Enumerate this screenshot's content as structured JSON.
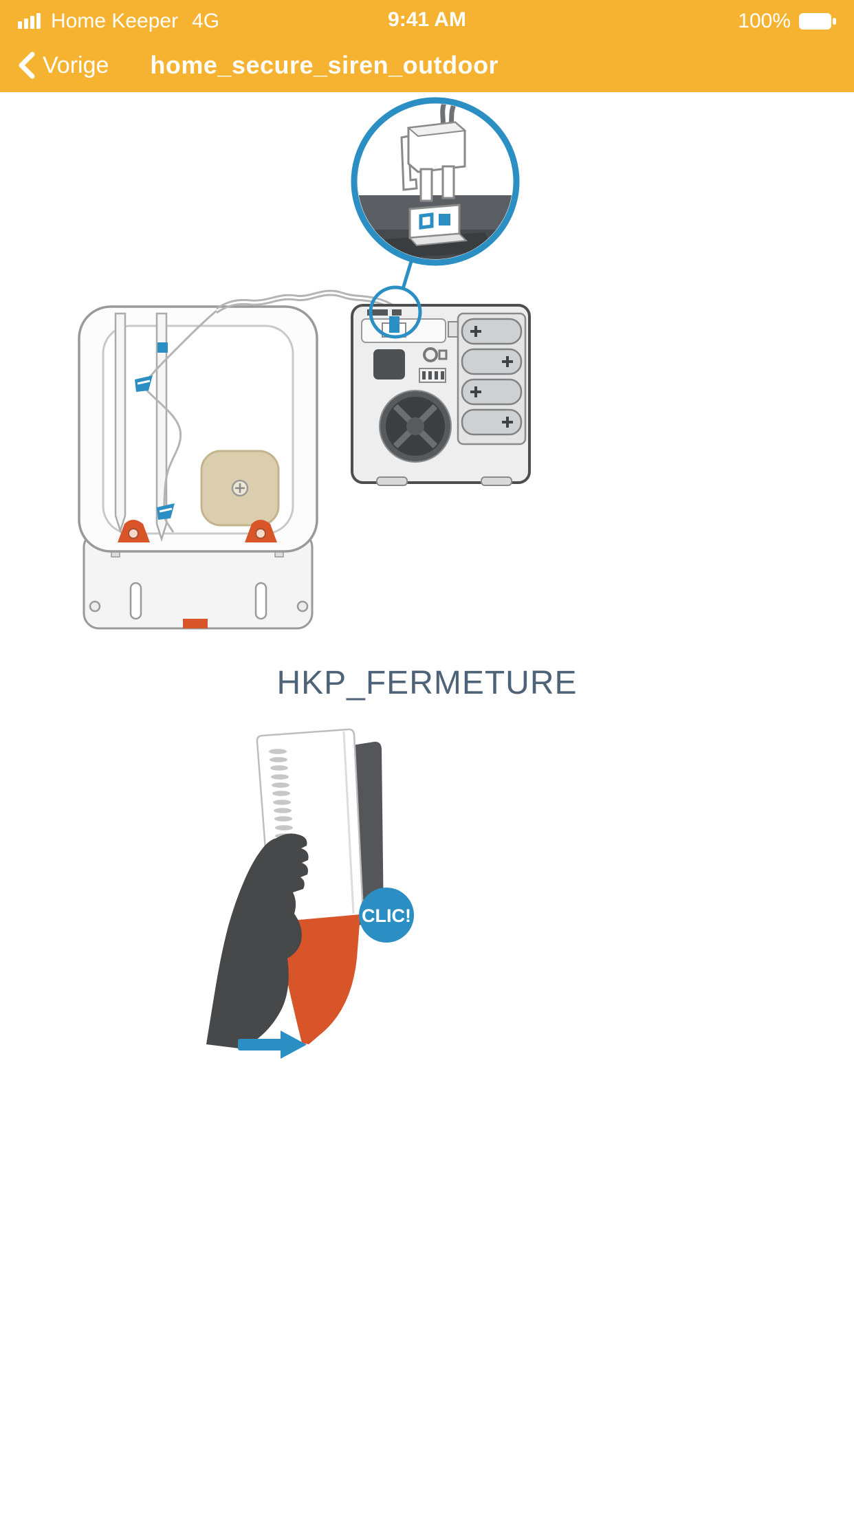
{
  "status_bar": {
    "carrier": "Home Keeper",
    "network": "4G",
    "time": "9:41 AM",
    "battery_percent": "100%"
  },
  "nav": {
    "back_label": "Vorige",
    "title": "home_secure_siren_outdoor"
  },
  "content": {
    "caption": "HKP_FERMETURE",
    "clic_label": "CLIC!"
  },
  "icons": {
    "signal": "signal-bars-icon",
    "battery": "battery-full-icon",
    "back": "chevron-left-icon",
    "speaker": "speaker-icon",
    "arrow": "direction-arrow-icon"
  },
  "colors": {
    "header_yellow": "#F5B331",
    "accent_blue": "#2B8FC3",
    "accent_orange": "#D8552A",
    "caption_text": "#4E6278",
    "hand_gray": "#474849",
    "panel_gray": "#54565A"
  }
}
